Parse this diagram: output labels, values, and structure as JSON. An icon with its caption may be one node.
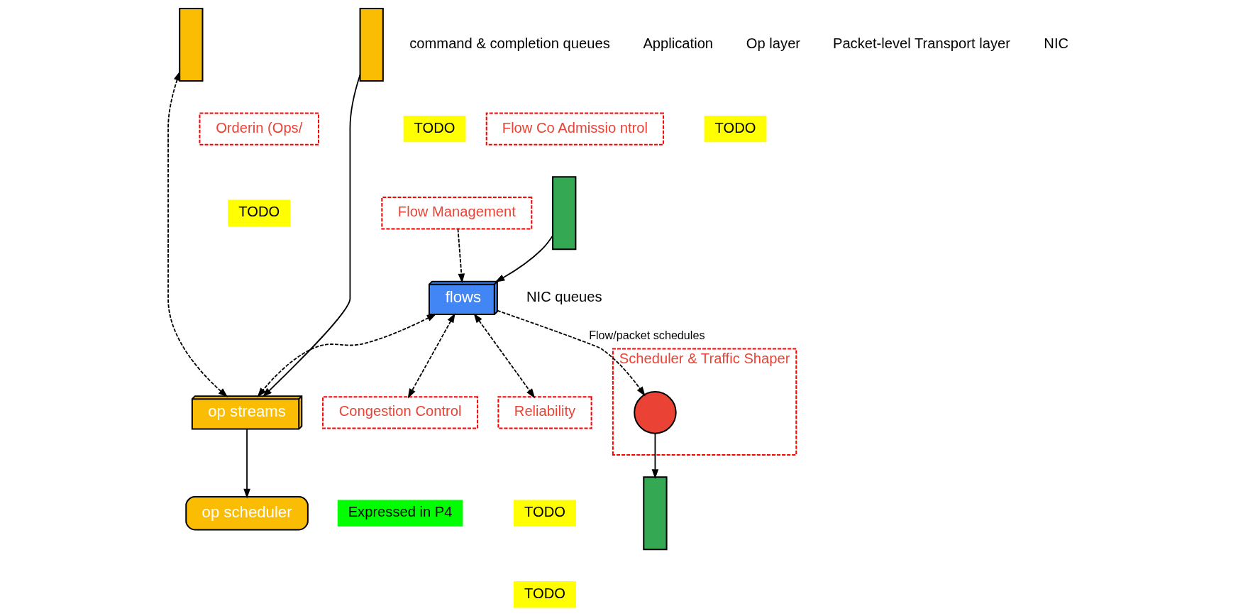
{
  "diagram": {
    "nodes": [
      {
        "text": [],
        "shape": "bar"
      },
      {
        "text": [],
        "shape": "bar"
      },
      {
        "text": [
          "op streams"
        ]
      },
      {
        "text": [
          "op scheduler"
        ]
      },
      {
        "text": [
          "Orderin (Ops/"
        ]
      },
      {
        "text": [
          "Flow Co Admissio ntrol"
        ]
      },
      {
        "text": [
          "TODO"
        ]
      },
      {
        "text": [
          "TODO"
        ]
      },
      {
        "text": [
          "Expressed in P4"
        ]
      },
      {
        "text": [
          "Congestion Control"
        ]
      },
      {
        "text": [
          "flows"
        ]
      },
      {
        "text": [
          "Flow Management"
        ]
      },
      {
        "text": [
          "TODO"
        ]
      },
      {
        "text": [
          "Reliability"
        ]
      },
      {
        "text": [
          "TODO"
        ]
      },
      {
        "text": [
          "Scheduler & Traffic Shaper"
        ]
      },
      {
        "text": [],
        "shape": "circle",
        "in": 15
      },
      {
        "text": [
          "TODO"
        ]
      },
      {
        "text": [],
        "shape": "bar"
      },
      {
        "text": [],
        "shape": "bar"
      }
    ],
    "edges": [
      {
        "from": 1,
        "to": 2,
        "arrow": "to"
      },
      {
        "from": 0,
        "to": 2,
        "arrow": "both",
        "style": "dashed"
      },
      {
        "from": 2,
        "to": 3,
        "arrow": "to"
      },
      {
        "from": 10,
        "to": 2,
        "arrow": "both",
        "style": "dashed"
      },
      {
        "from": 10,
        "to": 9,
        "arrow": "both",
        "style": "dashed"
      },
      {
        "from": 10,
        "to": 13,
        "arrow": "both",
        "style": "dashed"
      },
      {
        "from": 11,
        "to": 10,
        "arrow": "to",
        "style": "dashed"
      },
      {
        "from": 10,
        "to": 16,
        "arrow": "to",
        "style": "dashed",
        "label": "Flow/packet schedules"
      },
      {
        "from": 18,
        "to": 10,
        "arrow": "to"
      },
      {
        "from": 16,
        "to": 19,
        "arrow": "to"
      }
    ],
    "labels": [
      "command & completion queues",
      "Application",
      "Op layer",
      "Packet-level Transport layer",
      "NIC queues",
      "NIC"
    ]
  }
}
